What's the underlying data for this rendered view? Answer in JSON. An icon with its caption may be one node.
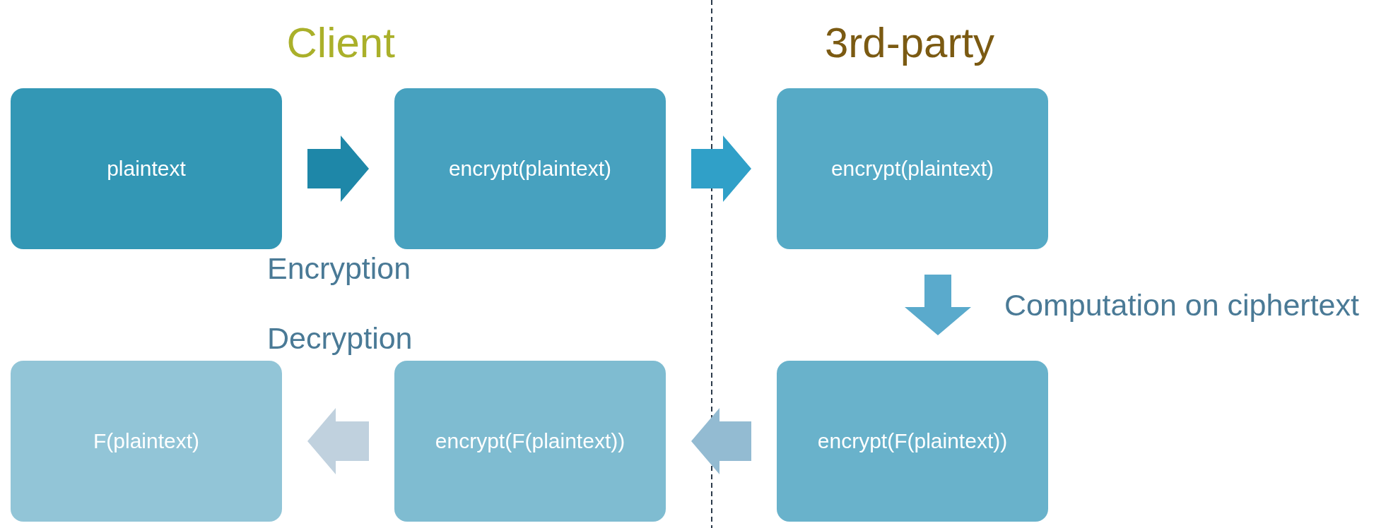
{
  "diagram": {
    "nodes": [
      {
        "text": [
          "plaintext"
        ]
      },
      {
        "text": [
          "encrypt(plaintext)"
        ]
      },
      {
        "text": [
          "encrypt(plaintext)"
        ]
      },
      {
        "text": [
          "F(plaintext)"
        ]
      },
      {
        "text": [
          "encrypt(F(plaintext))"
        ]
      },
      {
        "text": [
          "encrypt(F(plaintext))"
        ]
      }
    ],
    "edges": [
      {
        "from": 0,
        "to": 1,
        "arrow": "to",
        "color": "#1e87a8"
      },
      {
        "from": 1,
        "to": 2,
        "arrow": "to",
        "color": "#30a0c8"
      },
      {
        "from": 2,
        "to": 5,
        "arrow": "to",
        "label": "Computation on ciphertext",
        "color": "#5aaacc"
      },
      {
        "from": 5,
        "to": 4,
        "arrow": "to",
        "color": "#93bbd2"
      },
      {
        "from": 4,
        "to": 3,
        "arrow": "to",
        "color": "#c0d1de"
      }
    ],
    "labels": [
      "Client",
      "3rd-party",
      "Encryption",
      "Decryption"
    ]
  }
}
